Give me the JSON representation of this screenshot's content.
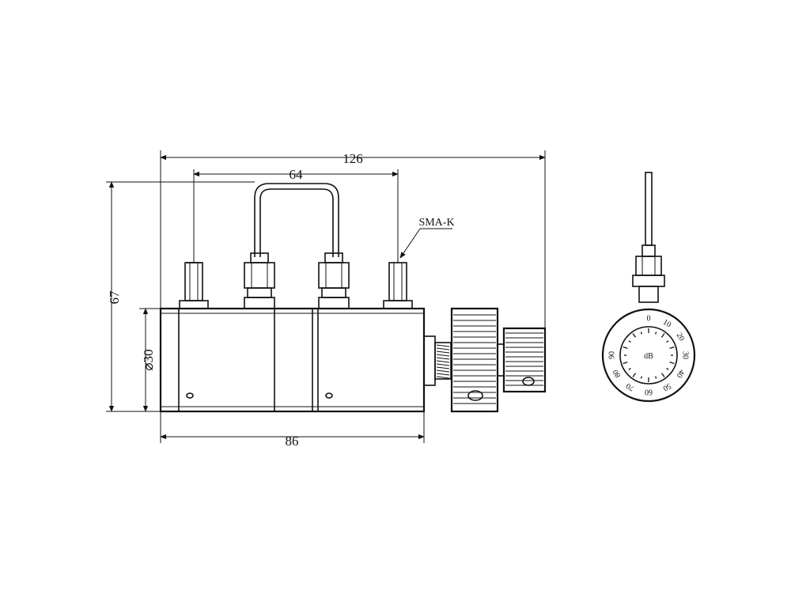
{
  "dimensions": {
    "overall_length": "126",
    "port_spacing": "64",
    "height": "67",
    "body_diameter": "⌀30",
    "body_length": "86"
  },
  "callouts": {
    "connector": "SMA-K"
  },
  "dial": {
    "unit": "dB",
    "scale": [
      "0",
      "10",
      "20",
      "30",
      "40",
      "50",
      "60",
      "70",
      "80",
      "90"
    ]
  }
}
